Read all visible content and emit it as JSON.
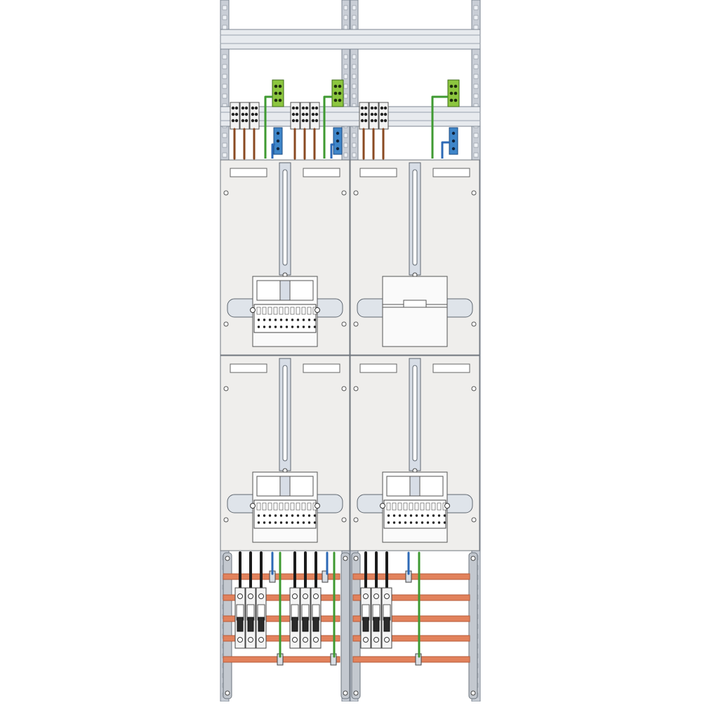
{
  "diagram": {
    "kind": "electrical-meter-cabinet-schematic",
    "fields": 2,
    "meter_places": 4,
    "meter_slots_with_terminal_block": 3,
    "meter_slots_without_terminal_block": 1,
    "breaker_groups": 3,
    "poles_per_breaker_group": 3,
    "busbars_in_bottom_section": 5,
    "text_labels": []
  },
  "colors": {
    "rail": "#c9ced6",
    "rail_edge": "#7c8591",
    "panel": "#efeeec",
    "panel_edge": "#6f757d",
    "slot": "#d7dde6",
    "busbar": "#e2825c",
    "busbar_edge": "#b55a37",
    "wire_brown": "#8a4a22",
    "wire_black": "#1c1c1c",
    "wire_blue": "#2c69b6",
    "wire_green": "#3f9a32",
    "pe_terminal": "#8cc63f",
    "n_terminal": "#3f86c9",
    "breaker": "#f4f4f4"
  }
}
